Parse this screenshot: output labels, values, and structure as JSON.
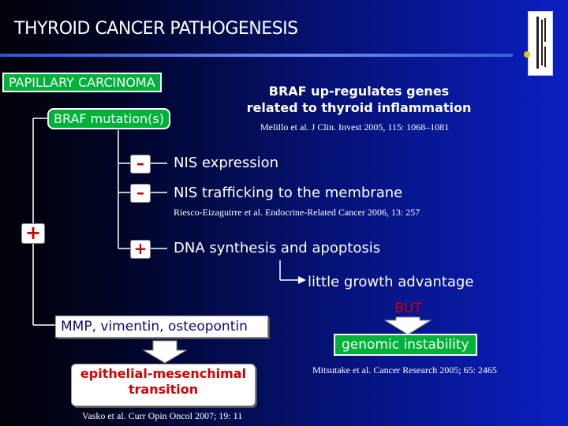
{
  "title": "THYROID CANCER PATHOGENESIS",
  "papillary_label": "PAPILLARY CARCINOMA",
  "braf_label": "BRAF mutation(s)",
  "braf_note": {
    "line1": "BRAF up-regulates genes",
    "line2": "related to thyroid inflammation",
    "citation": "Melillo et al. J Clin. Invest 2005, 115: 1068–1081"
  },
  "effects": [
    {
      "sign": "–",
      "label": "NIS expression"
    },
    {
      "sign": "–",
      "label": "NIS trafficking to the membrane"
    },
    {
      "sign": "+",
      "label": "DNA synthesis and apoptosis"
    }
  ],
  "effects_citation": "Riesco-Eizaguirre et al. Endocrine-Related Cancer 2006, 13: 257",
  "main_sign": "+",
  "little_growth": "little growth advantage",
  "but_label": "BUT",
  "genomic_label": "genomic instability",
  "genomic_citation": "Mitsutake et al. Cancer Research 2005; 65: 2465",
  "mmp_label": "MMP, vimentin, osteopontin",
  "emt": {
    "line1": "epithelial-mesenchimal",
    "line2": "transition"
  },
  "emt_citation": "Vasko et al. Curr Opin Oncol 2007; 19: 11",
  "logo": "logo-icon"
}
